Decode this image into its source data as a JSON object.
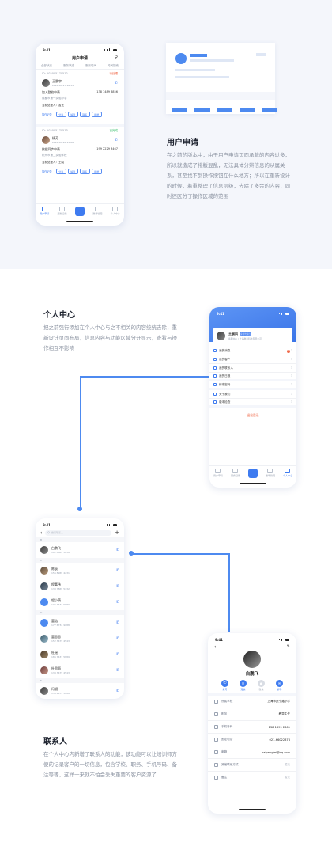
{
  "section_user_apply": {
    "title": "用户申请",
    "description": "在之前的版本中，由于用户申请页面承载的内容过多，所以就造成了排版混乱，无法具体分辨信息的从属关系，甚至找不到操作按钮在什么地方；所以在重新设计的时候，着重整理了信息层级，去除了多余的内容，同时还区分了操作区域的范围"
  },
  "phone_apply": {
    "time": "9:41",
    "title": "用户申请",
    "filters": [
      "全部状态",
      "服务状态",
      "服务时间",
      "时间搜索"
    ],
    "cards": [
      {
        "id": "ID: 202005170512",
        "status": "待处理",
        "status_color": "#f06a4a",
        "name": "王晨宇",
        "time": "2020-05-17 18:35",
        "type": "加入整校申请",
        "phone": "138 7489 8856",
        "school": "成都市第一实验小学",
        "handler": "当前处理人：暂无",
        "actions": [
          "操作记录",
          "分派",
          "编辑",
          "联系",
          "拒绝"
        ]
      },
      {
        "id": "ID: 202005170513",
        "status": "已完成",
        "status_color": "#3cbf6e",
        "name": "杨芳",
        "time": "2020-05-16 15:08",
        "type": "数据同步申请",
        "phone": "199 2229 3467",
        "school": "杭州市第二实验学校",
        "handler": "当前处理人：王晓",
        "actions": [
          "操作记录",
          "分派",
          "编辑",
          "联系",
          "拒绝"
        ]
      }
    ],
    "tabs": [
      "用户申请",
      "服务记录",
      "",
      "账号管理",
      "个人中心"
    ]
  },
  "section_personal_center": {
    "title": "个人中心",
    "description": "把之前强行添加在个人中心与之不相关的内容统统去除，重新设计页面布局，信息内容与功能区域分开显示，查看与操作相互不影响"
  },
  "phone_personal": {
    "time": "9:41",
    "user_name": "王晨风",
    "user_tag": "运营管理员",
    "user_org": "客服中心 | 上海教育科技有限公司",
    "menu_group1": [
      {
        "label": "我的消息",
        "badge": "3"
      },
      {
        "label": "我的客户",
        "badge": ""
      },
      {
        "label": "我的联系人",
        "badge": ""
      },
      {
        "label": "我的日报",
        "badge": ""
      }
    ],
    "menu_group2": [
      {
        "label": "修改密码",
        "badge": ""
      }
    ],
    "menu_group3": [
      {
        "label": "关于我们",
        "badge": ""
      },
      {
        "label": "版本检查",
        "badge": ""
      }
    ],
    "logout": "退出登录",
    "tabs": [
      "用户申请",
      "服务记录",
      "",
      "账号管理",
      "个人中心"
    ]
  },
  "phone_contacts": {
    "time": "9:41",
    "search_placeholder": "搜索联系人",
    "groups": [
      {
        "letter": "B",
        "items": [
          {
            "name": "白鹏飞",
            "phone": "182 8861 3638"
          }
        ]
      },
      {
        "letter": "C",
        "items": [
          {
            "name": "陈辰",
            "phone": "156 8965 4231"
          },
          {
            "name": "程嘉伟",
            "phone": "138 7865 5432"
          },
          {
            "name": "程小萌",
            "phone": "136 7437 5889"
          }
        ]
      },
      {
        "letter": "D",
        "items": [
          {
            "name": "董浩",
            "phone": "177 6734 9088"
          },
          {
            "name": "董思思",
            "phone": "152 3479 4543"
          },
          {
            "name": "杜瑶",
            "phone": "186 7437 5889"
          },
          {
            "name": "杜思雨",
            "phone": "139 3479 4543"
          }
        ]
      },
      {
        "letter": "F",
        "items": [
          {
            "name": "冯斌",
            "phone": "138 4479 3288"
          }
        ]
      }
    ]
  },
  "phone_detail": {
    "time": "9:41",
    "name": "白鹏飞",
    "quick_actions": [
      "拨号",
      "短信",
      "微信",
      "邮件"
    ],
    "rows": [
      {
        "label": "所属学校",
        "value": "上海市武宁路小学",
        "gray": false
      },
      {
        "label": "职务",
        "value": "教导主任",
        "gray": false
      },
      {
        "label": "手机号码",
        "value": "138 1899 2361",
        "gray": false
      },
      {
        "label": "固定电话",
        "value": "021-66022876",
        "gray": false
      },
      {
        "label": "邮箱",
        "value": "baipengfei@qq.com",
        "gray": false
      },
      {
        "label": "其他联系方式",
        "value": "暂无",
        "gray": true
      },
      {
        "label": "备注",
        "value": "暂无",
        "gray": true
      }
    ]
  },
  "section_contacts": {
    "title": "联系人",
    "description": "在个人中心内新增了联系人的功能，该功能可以让培训师方便的记录客户的一切信息，包含学校、职务、手机号码、备注等等，这样一来就不怕会丢失重要的客户资源了"
  },
  "colors": {
    "accent": "#3e7bf0",
    "connector": "#4d8af0",
    "section_bg": "#f4f6fb"
  }
}
